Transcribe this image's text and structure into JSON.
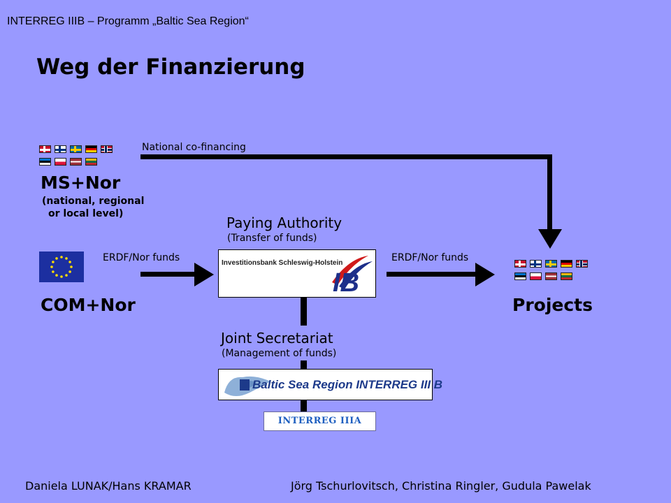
{
  "header": {
    "programme": "INTERREG IIIB – Programm „Baltic Sea Region“"
  },
  "title": "Weg der Finanzierung",
  "ms": {
    "label": "MS+Nor",
    "sub1": "(national, regional",
    "sub2": "or local level)"
  },
  "national_cofinancing": "National co-financing",
  "com": {
    "label": "COM+Nor"
  },
  "erdf_left": "ERDF/Nor funds",
  "erdf_right": "ERDF/Nor funds",
  "paying_authority": {
    "title": "Paying Authority",
    "sub": "(Transfer of funds)",
    "logo_text": "Investitionsbank Schleswig-Holstein",
    "logo_mark": "IB"
  },
  "projects": {
    "label": "Projects"
  },
  "joint_secretariat": {
    "title": "Joint Secretariat",
    "sub": "(Management of funds)",
    "logo_text": "Baltic Sea Region INTERREG III B"
  },
  "interreg_iiia": "INTERREG IIIA",
  "footer": {
    "left": "Daniela LUNAK/Hans KRAMAR",
    "right": "Jörg Tschurlovitsch, Christina Ringler, Gudula Pawelak"
  },
  "colors": {
    "background": "#9999ff",
    "arrow": "#000000",
    "eu_blue": "#1c2fa0",
    "eu_star": "#ffdd00",
    "ib_red": "#d01a1a",
    "ib_blue": "#1d2f8a",
    "interreg_blue": "#1e5fc0"
  },
  "flags_top": [
    "denmark",
    "finland",
    "sweden",
    "germany",
    "norway"
  ],
  "flags_bottom": [
    "estonia",
    "poland",
    "latvia",
    "lithuania"
  ]
}
